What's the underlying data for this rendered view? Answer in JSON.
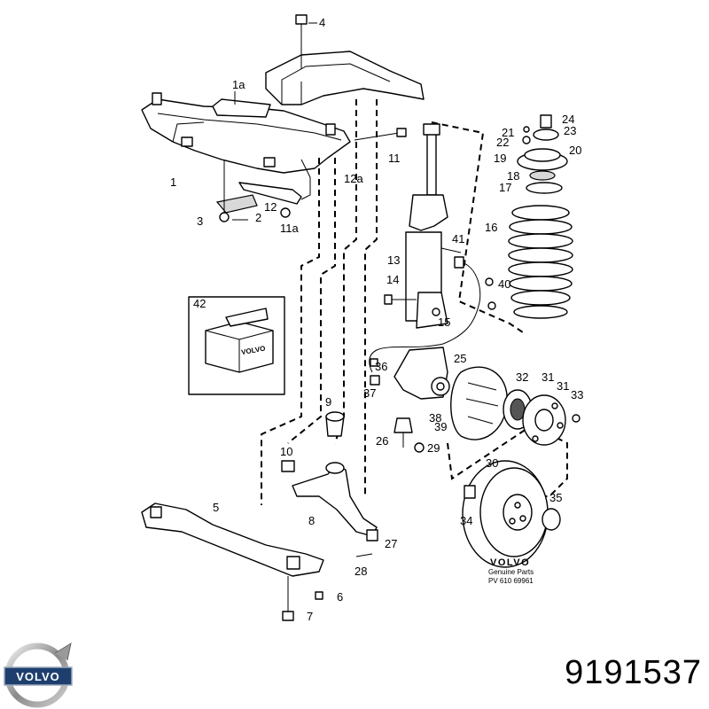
{
  "callouts": [
    "1",
    "1a",
    "2",
    "3",
    "4",
    "5",
    "6",
    "7",
    "8",
    "9",
    "10",
    "11",
    "11a",
    "12",
    "12a",
    "13",
    "14",
    "15",
    "16",
    "17",
    "18",
    "19",
    "20",
    "21",
    "22",
    "23",
    "24",
    "25",
    "26",
    "27",
    "28",
    "29",
    "30",
    "31",
    "31",
    "32",
    "33",
    "34",
    "35",
    "36",
    "37",
    "38",
    "39",
    "40",
    "41",
    "42"
  ],
  "kit_label": "VOLVO",
  "stamp": {
    "brand": "VOLVO",
    "line1": "Genuine Parts",
    "line2": "PV 610 69961"
  },
  "logo": "VOLVO",
  "part_number": "9191537",
  "icons": [
    "volvo-logo-icon",
    "parts-box-icon"
  ]
}
